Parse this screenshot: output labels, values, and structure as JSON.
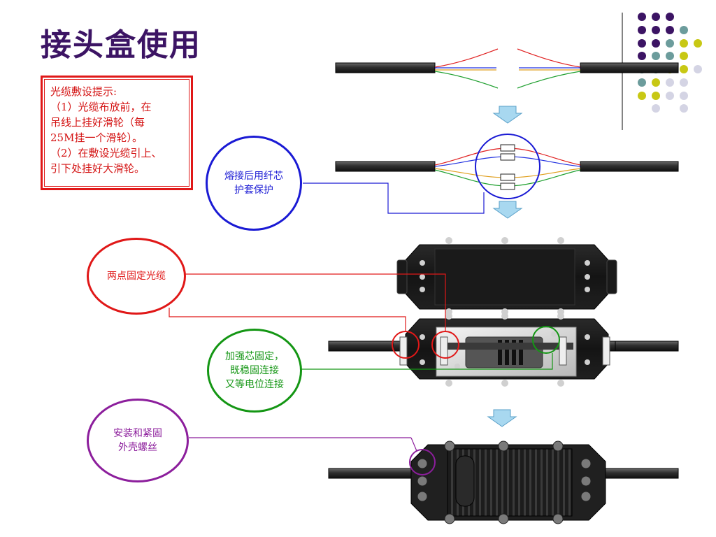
{
  "title": "接头盒使用",
  "tip": {
    "lines": [
      "光缆敷设提示:",
      "（1）光缆布放前，在",
      "吊线上挂好滑轮（每",
      "25M挂一个滑轮）。",
      "（2）在敷设光缆引上、",
      "引下处挂好大滑轮。"
    ],
    "color": "#d41414"
  },
  "callouts": {
    "fusion": {
      "lines": [
        "熔接后用纤芯",
        "护套保护"
      ],
      "color": "#1a1ad4"
    },
    "fix_points": {
      "lines": [
        "两点固定光缆"
      ],
      "color": "#e01818"
    },
    "strength_core": {
      "lines": [
        "加强芯固定，",
        "既稳固连接",
        "又等电位连接"
      ],
      "color": "#149614"
    },
    "screws": {
      "lines": [
        "安装和紧固",
        "外壳螺丝"
      ],
      "color": "#8c1e9c"
    }
  },
  "colors": {
    "title": "#3c1464",
    "cable": "#3a3a3a",
    "fiber_red": "#e02020",
    "fiber_blue": "#2030e0",
    "fiber_orange": "#e0a020",
    "fiber_green": "#20a030",
    "arrow": "#a8d8f0",
    "dot_purple": "#3c1464",
    "dot_teal": "#6c9c9c",
    "dot_yellow": "#c8c814",
    "dot_light": "#d4d4e4"
  },
  "decor_icons": [
    "arrow-down-icon",
    "dot-grid-icon"
  ]
}
